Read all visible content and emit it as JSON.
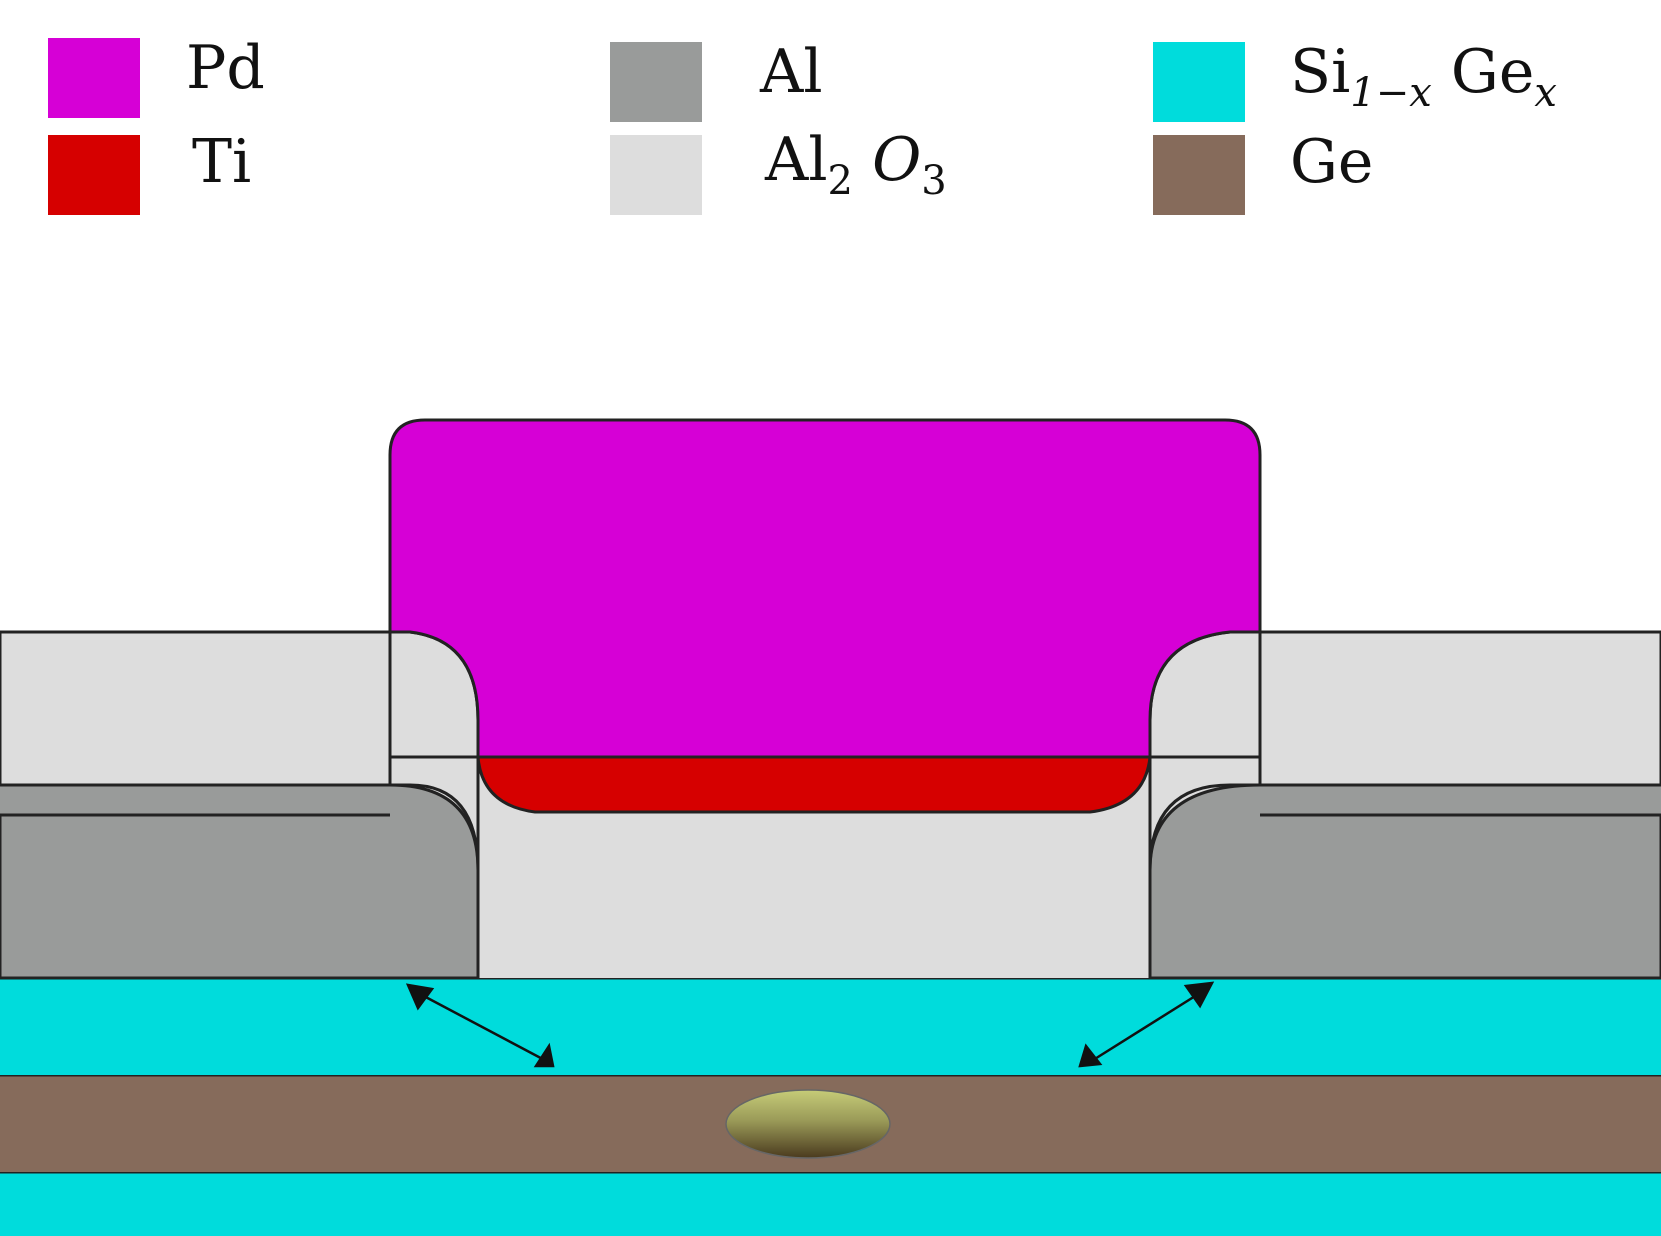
{
  "legend": {
    "pd": {
      "label": "Pd",
      "color": "#d600d6"
    },
    "ti": {
      "label": "Ti",
      "color": "#d60000"
    },
    "al": {
      "label": "Al",
      "color": "#999b9a"
    },
    "al2o3": {
      "label_base": "Al",
      "sub1": "2",
      "label_o": "O",
      "sub2": "3",
      "color": "#dddddd"
    },
    "sige": {
      "label_base": "Si",
      "sub1": "1−x",
      "label_ge": "Ge",
      "sub2": "x",
      "color": "#00dcdc"
    },
    "ge": {
      "label": "Ge",
      "color": "#866b5b"
    }
  },
  "colors": {
    "outline": "#222222",
    "dot_light": "#c6cc78",
    "dot_dark": "#4a3a1e"
  }
}
